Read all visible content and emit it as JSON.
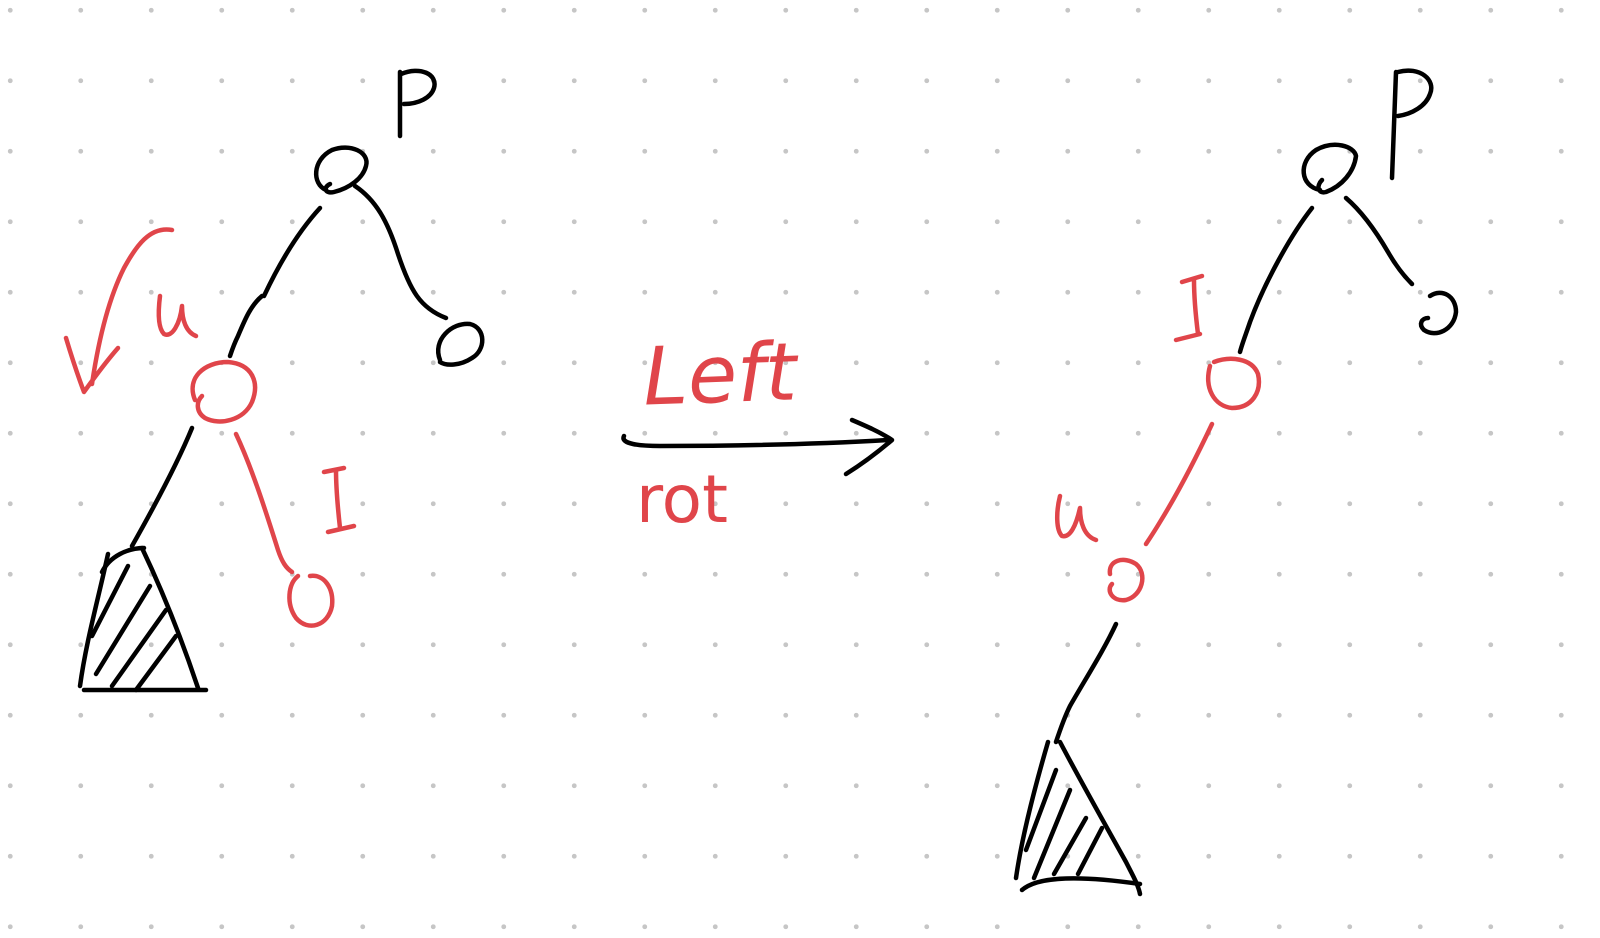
{
  "colors": {
    "ink": "#000000",
    "highlight": "#e0454a",
    "dot_grid": "#c6c6c6",
    "background": "#ffffff"
  },
  "before": {
    "parent_label": "P",
    "u_label": "u",
    "i_label": "I"
  },
  "transition": {
    "line1": "Left",
    "line2": "rot"
  },
  "after": {
    "parent_label": "P",
    "i_label": "I",
    "u_label": "u"
  }
}
